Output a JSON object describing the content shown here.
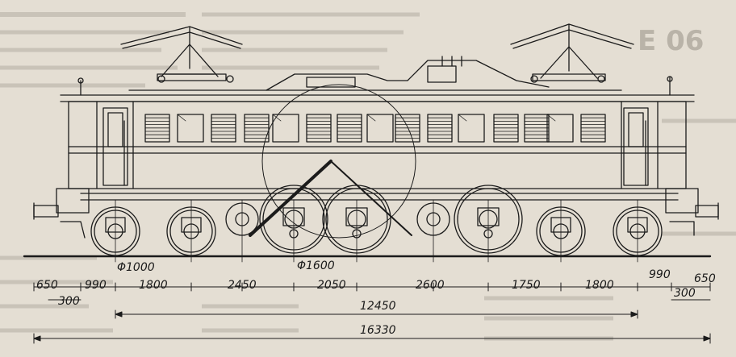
{
  "drawing": {
    "class_label": "E 06",
    "wheel_dia_small": "Φ1000",
    "wheel_dia_large": "Φ1600"
  },
  "dimensions": {
    "segments": [
      "650",
      "990",
      "1800",
      "2450",
      "2050",
      "2600",
      "1750",
      "1800",
      "990",
      "650"
    ],
    "offset_left": "300",
    "offset_right": "300",
    "wheelbase": "12450",
    "overall_length": "16330"
  },
  "colors": {
    "paper": "#e4ded3",
    "ink": "#1b1b1b",
    "bleed": "#a29d94"
  }
}
